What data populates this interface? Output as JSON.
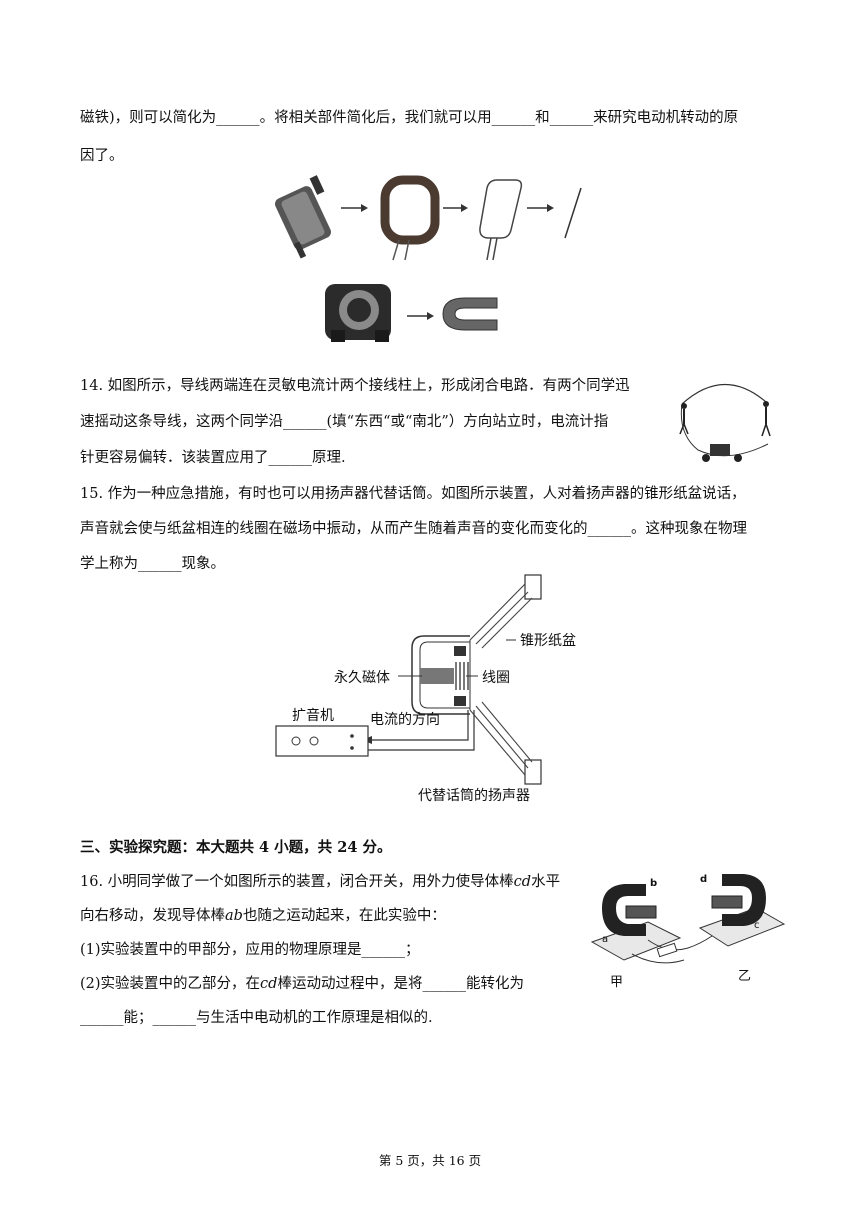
{
  "q13": {
    "line1": "磁铁)，则可以简化为______。将相关部件简化后，我们就可以用______和______来研究电动机转动的原",
    "line2": "因了。"
  },
  "q14": {
    "line1": "14. 如图所示，导线两端连在灵敏电流计两个接线柱上，形成闭合电路．有两个同学迅",
    "line2": "速摇动这条导线，这两个同学沿______(填“东西“或“南北”）方向站立时，电流计指",
    "line3": "针更容易偏转．该装置应用了______原理."
  },
  "q15": {
    "line1": "15. 作为一种应急措施，有时也可以用扬声器代替话筒。如图所示装置，人对着扬声器的锥形纸盆说话，",
    "line2": "声音就会使与纸盆相连的线圈在磁场中振动，从而产生随着声音的变化而变化的______。这种现象在物理",
    "line3": "学上称为______现象。",
    "figure": {
      "label_cone": "锥形纸盆",
      "label_magnet": "永久磁体",
      "label_coil": "线圈",
      "label_amp": "扩音机",
      "label_current": "电流的方向",
      "label_speaker": "代替话筒的扬声器"
    }
  },
  "section3": {
    "title": "三、实验探究题：本大题共 4 小题，共 24 分。"
  },
  "q16": {
    "line1_a": "16. 小明同学做了一个如图所示的装置，闭合开关，用外力使导体棒",
    "line1_var": "cd",
    "line1_b": "水平",
    "line2_a": "向右移动，发现导体棒",
    "line2_var": "ab",
    "line2_b": "也随之运动起来，在此实验中：",
    "line3": "(1)实验装置中的甲部分，应用的物理原理是______；",
    "line4_a": "(2)实验装置中的乙部分，在",
    "line4_var": "cd",
    "line4_b": "棒运动动过程中，是将______能转化为",
    "line5": "______能；______与生活中电动机的工作原理是相似的.",
    "figure": {
      "label_jia": "甲",
      "label_yi": "乙",
      "label_a": "a",
      "label_b": "b",
      "label_c": "c",
      "label_d": "d"
    }
  },
  "footer": {
    "text": "第 5 页，共 16 页"
  }
}
